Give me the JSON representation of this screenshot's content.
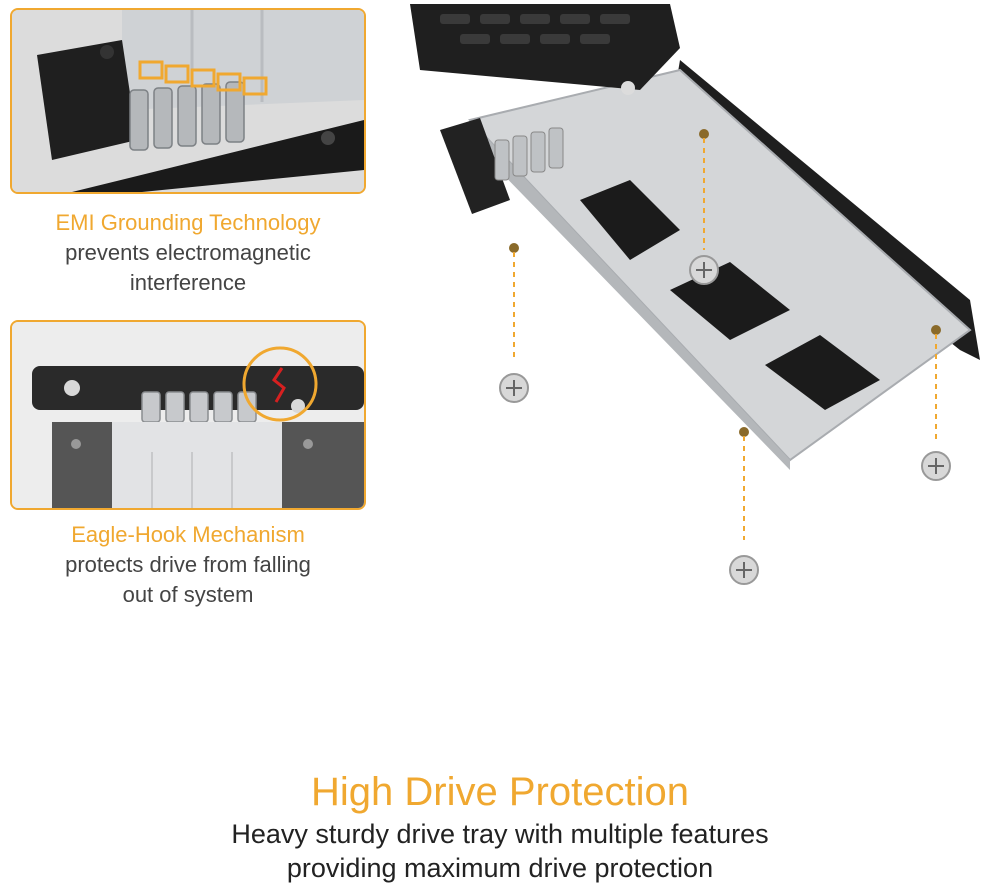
{
  "colors": {
    "accent": "#f0a830",
    "body_text": "#444444",
    "heading_text": "#222222",
    "tray_metal": "#d4d6d8",
    "tray_black": "#1e1e1e"
  },
  "features": [
    {
      "title": "EMI Grounding Technology",
      "lines": [
        "prevents electromagnetic",
        "interference"
      ],
      "image_icon": "emi-contacts-closeup"
    },
    {
      "title": "Eagle-Hook Mechanism",
      "lines": [
        "protects drive from falling",
        "out of system"
      ],
      "image_icon": "eagle-hook-closeup"
    }
  ],
  "headline": "High Drive Protection",
  "subline": [
    "Heavy sturdy drive tray with multiple features",
    "providing maximum drive protection"
  ],
  "product_icon": "drive-tray-with-screws"
}
